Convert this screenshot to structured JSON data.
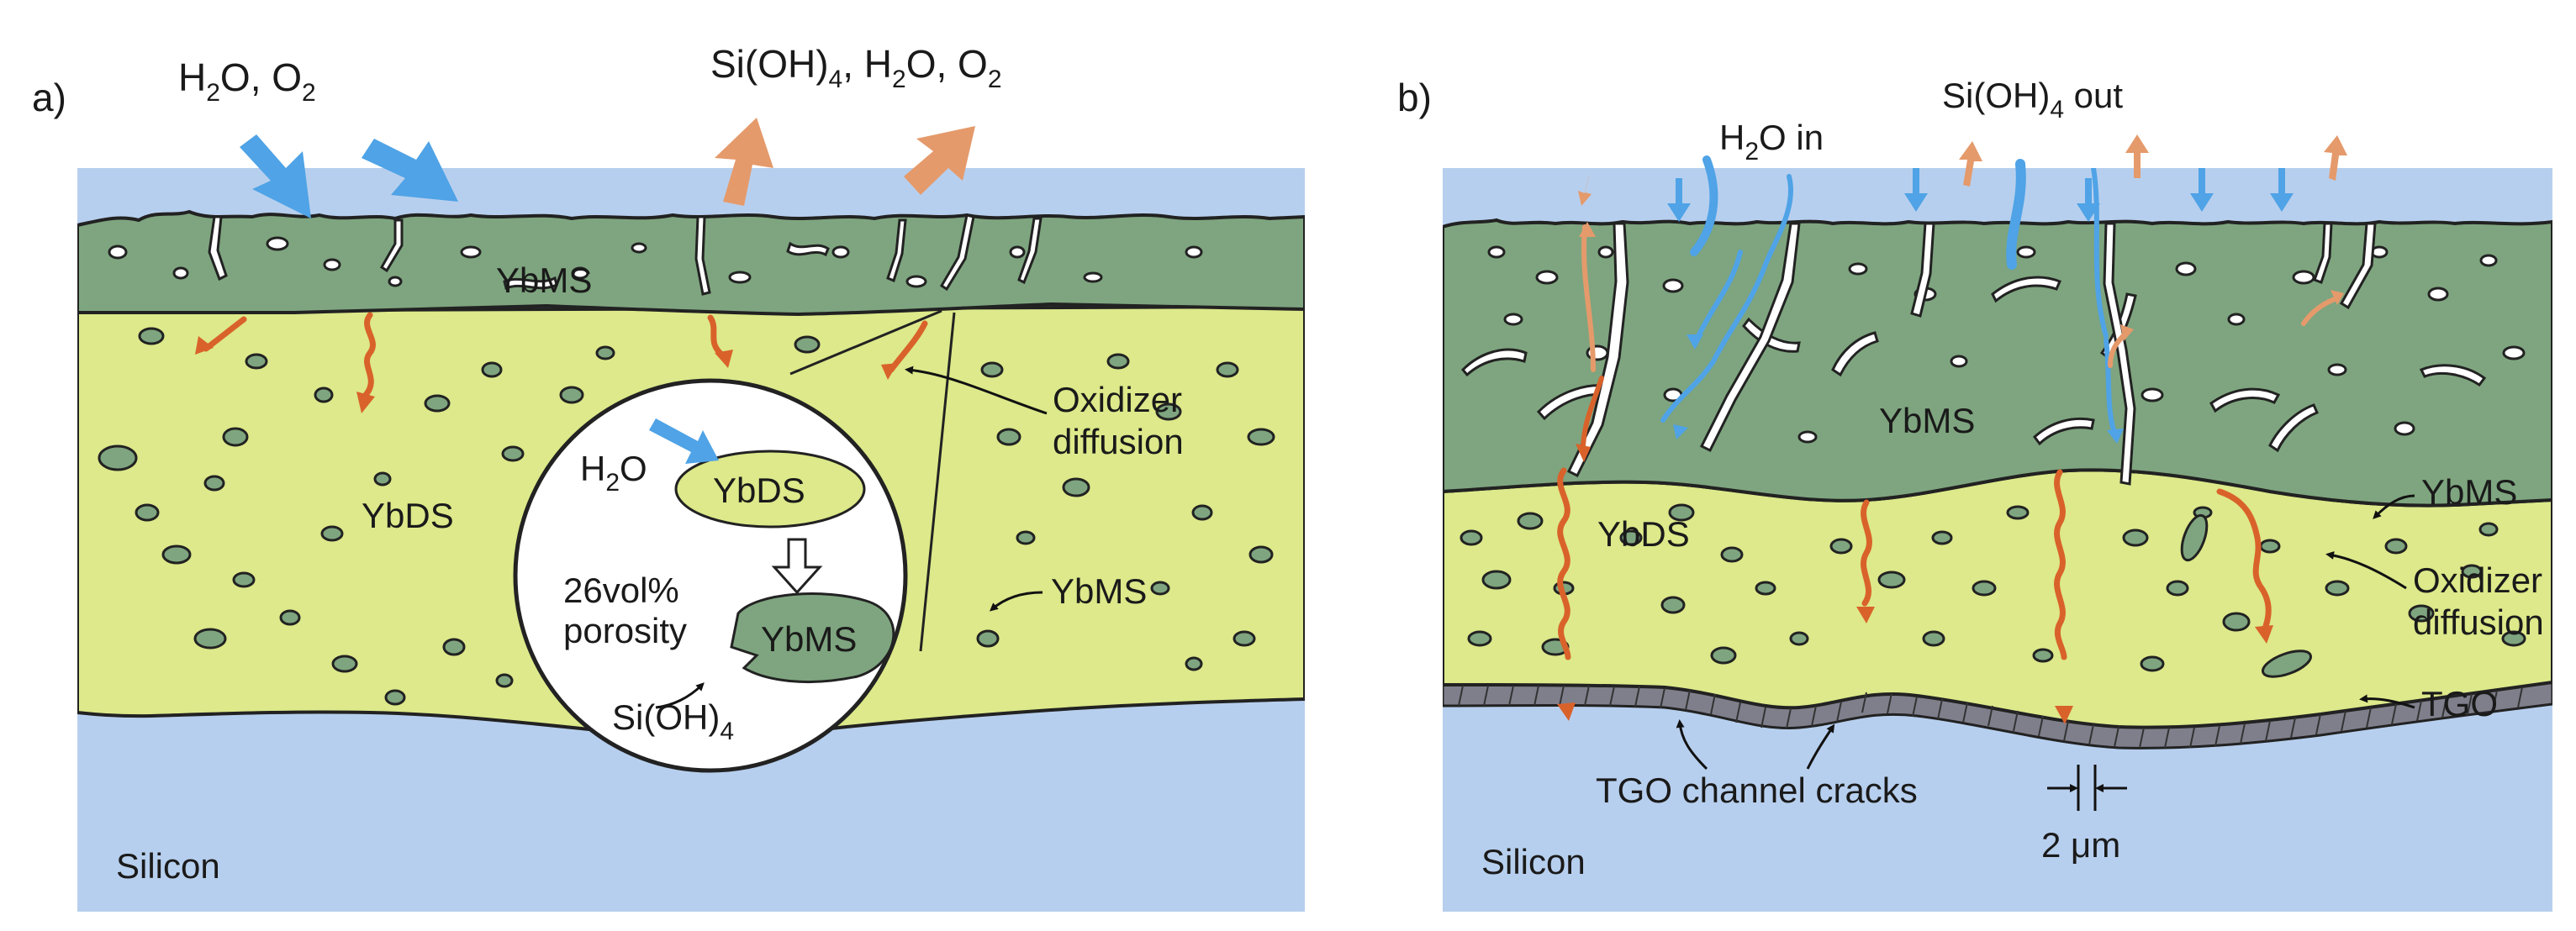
{
  "panel_a": {
    "letter": "a)",
    "h2o": "H",
    "h2o_sub": "2",
    "h2o_o": "O, O",
    "o2_sub": "2",
    "products_1": "Si(OH)",
    "products_1_sub": "4",
    "products_2": ", H",
    "products_2_sub": "2",
    "products_3": "O, O",
    "products_3_sub": "2",
    "ybms_top": "YbMS",
    "ybds": "YbDS",
    "silicon": "Silicon",
    "oxidizer_1": "Oxidizer",
    "oxidizer_2": "diffusion",
    "ybms_side": "YbMS",
    "inset": {
      "h2o": "H",
      "h2o_sub": "2",
      "h2o_o": "O",
      "ybds": "YbDS",
      "ybms": "YbMS",
      "porosity_1": "26vol%",
      "porosity_2": "porosity",
      "sioh": "Si(OH)",
      "sioh_sub": "4"
    }
  },
  "panel_b": {
    "letter": "b)",
    "h2o_in_1": "H",
    "h2o_in_sub": "2",
    "h2o_in_2": "O in",
    "sioh_out_1": "Si(OH)",
    "sioh_out_sub": "4",
    "sioh_out_2": " out",
    "ybms_top": "YbMS",
    "ybds": "YbDS",
    "silicon": "Silicon",
    "ybms_side": "YbMS",
    "oxidizer_1": "Oxidizer",
    "oxidizer_2": "diffusion",
    "tgo": "TGO",
    "tgo_cracks": "TGO channel cracks",
    "scale": "2 μm"
  },
  "colors": {
    "ybms": "#7ea57f",
    "ybds": "#dde98a",
    "silicon": "#b7cfee",
    "water_arrow": "#4fa3e6",
    "product_arrow": "#e59a6b",
    "diffusion_arrow": "#d9622b",
    "tgo": "#7f7f8c"
  }
}
